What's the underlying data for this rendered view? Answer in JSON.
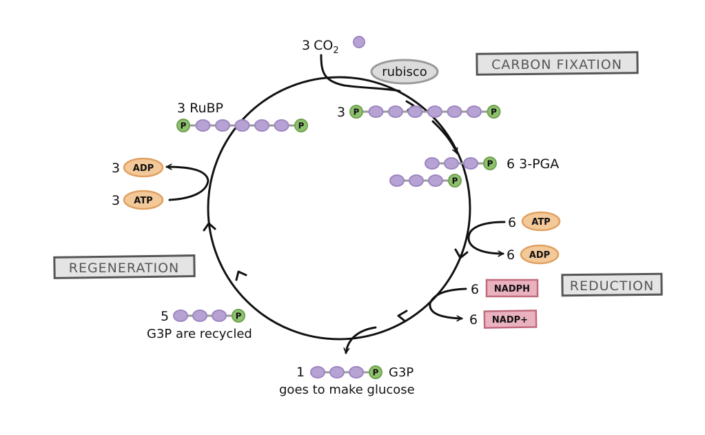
{
  "title": "Calvin Cycle",
  "colors": {
    "carbon": "#b7a3d3",
    "carbon_stroke": "#9d86c2",
    "phosphate": "#8fc26f",
    "phosphate_stroke": "#6fa24f",
    "atp_fill": "#f3c99a",
    "atp_stroke": "#e0a060",
    "nadph_fill": "#eab2c0",
    "nadph_stroke": "#c06a7c",
    "phase_fill": "#e4e4e4",
    "phase_stroke": "#555555",
    "enzyme_fill": "#dcdcdc",
    "enzyme_stroke": "#999999",
    "line": "#111111"
  },
  "phases": {
    "carbon_fixation": "CARBON FIXATION",
    "reduction": "REDUCTION",
    "regeneration": "REGENERATION"
  },
  "enzyme": "rubisco",
  "co2": {
    "count": "3",
    "label": "CO",
    "subscript": "2"
  },
  "rubp": {
    "label": "3 RuBP",
    "carbons": 5
  },
  "intermediate": {
    "count": "3",
    "carbons": 6
  },
  "pga": {
    "label": "6 3-PGA",
    "carbons": 3
  },
  "reduction_inputs": {
    "atp": {
      "count": "6",
      "label": "ATP"
    },
    "adp": {
      "count": "6",
      "label": "ADP"
    },
    "nadph": {
      "count": "6",
      "label": "NADPH"
    },
    "nadp": {
      "count": "6",
      "label": "NADP+"
    }
  },
  "regeneration_inputs": {
    "atp": {
      "count": "3",
      "label": "ATP"
    },
    "adp": {
      "count": "3",
      "label": "ADP"
    }
  },
  "recycled": {
    "count": "5",
    "caption": "G3P are recycled",
    "carbons": 3
  },
  "output": {
    "count": "1",
    "label": "G3P",
    "caption": "goes to make glucose",
    "carbons": 3
  },
  "phosphate_label": "P"
}
